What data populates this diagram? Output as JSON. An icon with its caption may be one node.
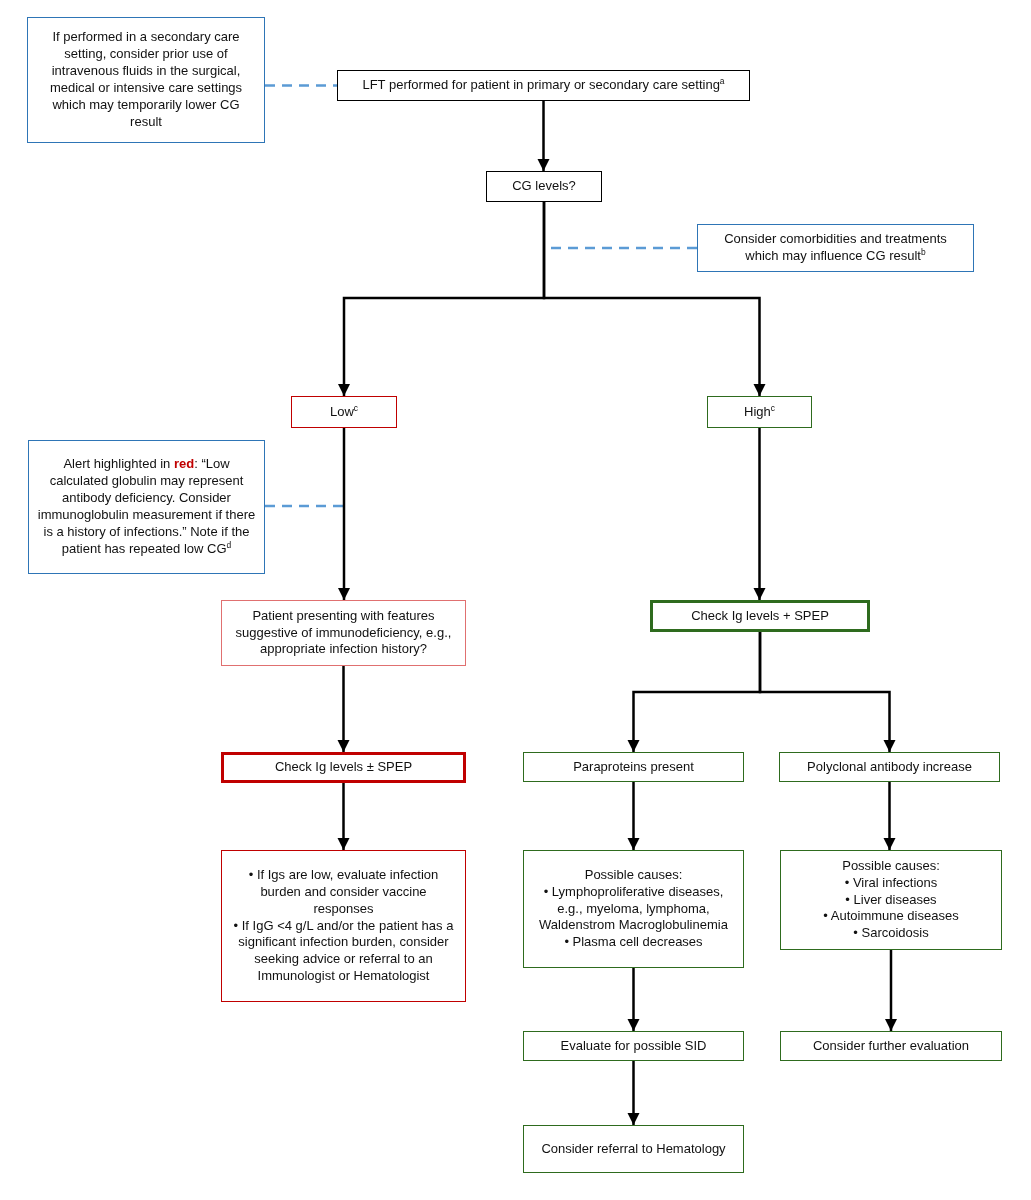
{
  "diagram": {
    "nodes": [
      {
        "text": [
          "If performed in a secondary care setting, consider prior use of intravenous fluids in the surgical, medical or intensive care settings which may temporarily lower CG result"
        ]
      },
      {
        "text": [
          "LFT performed for patient in primary or secondary care setting$^{a}$"
        ]
      },
      {
        "text": [
          "CG levels?"
        ]
      },
      {
        "text": [
          "Consider comorbidities and treatments which may influence CG result$^{b}$"
        ]
      },
      {
        "text": [
          "Low$^{c}$"
        ]
      },
      {
        "text": [
          "High$^{c}$"
        ]
      },
      {
        "text": [
          "Alert highlighted in **red**: “Low calculated globulin may represent antibody deficiency. Consider immunoglobulin measurement if there is a history of infections.” Note if the patient has repeated low CG$^{d}$"
        ]
      },
      {
        "text": [
          "Patient presenting with features suggestive of immunodeficiency, e.g., appropriate infection history?"
        ]
      },
      {
        "text": [
          "Check Ig levels + SPEP"
        ]
      },
      {
        "text": [
          "Check Ig levels ± SPEP"
        ]
      },
      {
        "text": [
          "Paraproteins present"
        ]
      },
      {
        "text": [
          "Polyclonal antibody increase"
        ]
      },
      {
        "text": [
          "• If Igs are low, evaluate infection burden and consider vaccine responses",
          "• If IgG  <4 g/L and/or the patient has a significant infection burden, consider seeking advice or referral to an Immunologist or Hematologist"
        ]
      },
      {
        "text": [
          "Possible causes:",
          "• Lymphoproliferative diseases, e.g., myeloma, lymphoma, Waldenstrom Macroglobulinemia",
          "• Plasma cell decreases"
        ]
      },
      {
        "text": [
          "Possible causes:",
          "• Viral infections",
          "• Liver diseases",
          "• Autoimmune diseases",
          "• Sarcoidosis"
        ]
      },
      {
        "text": [
          "Evaluate for possible SID"
        ]
      },
      {
        "text": [
          "Consider further evaluation"
        ]
      },
      {
        "text": [
          "Consider referral to Hematology"
        ]
      }
    ],
    "edges": [
      {
        "from": 0,
        "to": 1,
        "arrow": "none",
        "style": "dashed",
        "color": "#5b9bd5"
      },
      {
        "from": 1,
        "to": 2,
        "arrow": "to"
      },
      {
        "from": 3,
        "to": null,
        "arrow": "none",
        "style": "dashed",
        "color": "#5b9bd5"
      },
      {
        "from": 2,
        "to": 4,
        "arrow": "to"
      },
      {
        "from": 2,
        "to": 5,
        "arrow": "to"
      },
      {
        "from": 6,
        "to": null,
        "arrow": "none",
        "style": "dashed",
        "color": "#5b9bd5"
      },
      {
        "from": 4,
        "to": 7,
        "arrow": "to"
      },
      {
        "from": 5,
        "to": 8,
        "arrow": "to"
      },
      {
        "from": 7,
        "to": 9,
        "arrow": "to"
      },
      {
        "from": 8,
        "to": 10,
        "arrow": "to"
      },
      {
        "from": 8,
        "to": 11,
        "arrow": "to"
      },
      {
        "from": 9,
        "to": 12,
        "arrow": "to"
      },
      {
        "from": 10,
        "to": 13,
        "arrow": "to"
      },
      {
        "from": 11,
        "to": 14,
        "arrow": "to"
      },
      {
        "from": 13,
        "to": 15,
        "arrow": "to"
      },
      {
        "from": 14,
        "to": 16,
        "arrow": "to"
      },
      {
        "from": 15,
        "to": 17,
        "arrow": "to"
      }
    ]
  }
}
